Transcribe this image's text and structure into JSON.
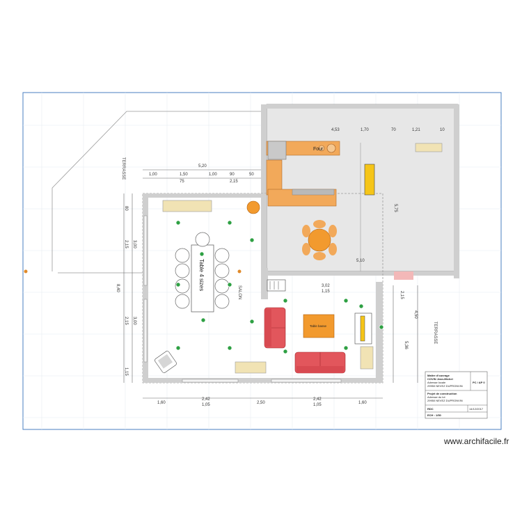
{
  "plan": {
    "table_label": "Table 4 sizes",
    "salon_label": "SALON",
    "terrasse_left": "TERRASSE",
    "terrasse_right": "TERRASSE",
    "table_basse_label": "Table basse",
    "four_label": "Four",
    "top_dims": [
      "5,20",
      "1,00",
      "1,50",
      "1,00",
      "90",
      "50",
      "75",
      "2,15"
    ],
    "bottom_dims": [
      "1,60",
      "2,42",
      "1,05",
      "2,50",
      "2,42",
      "1,05",
      "1,60"
    ],
    "left_dims": [
      "80",
      "3,00",
      "2,15",
      "8,40",
      "3,00",
      "2,15",
      "1,15"
    ],
    "right_dims": [
      "5,10",
      "5,75",
      "2,15",
      "4,50",
      "5,36"
    ],
    "kitchen_dims": [
      "4,53",
      "1,70",
      "1,21",
      "70",
      "10"
    ],
    "misc_dims": [
      "3,02",
      "1,15"
    ]
  },
  "title_block": {
    "owner_heading": "Maître d'ouvrage",
    "owner_name": "COVIN Jean-Michel",
    "owner_line": "Adresse locale",
    "owner_city": "29950 NEVEZ DUPRONVIN",
    "project_heading": "Projet de construction",
    "project_line": "Adresse du lot",
    "project_city": "29950 NEVEZ DUPRONVIN",
    "level_label": "RDC",
    "date": "14/12/2017",
    "scale": "ECH : 1/50",
    "sheet": "PC / AP 0"
  },
  "watermark": "www.archifacile.fr"
}
